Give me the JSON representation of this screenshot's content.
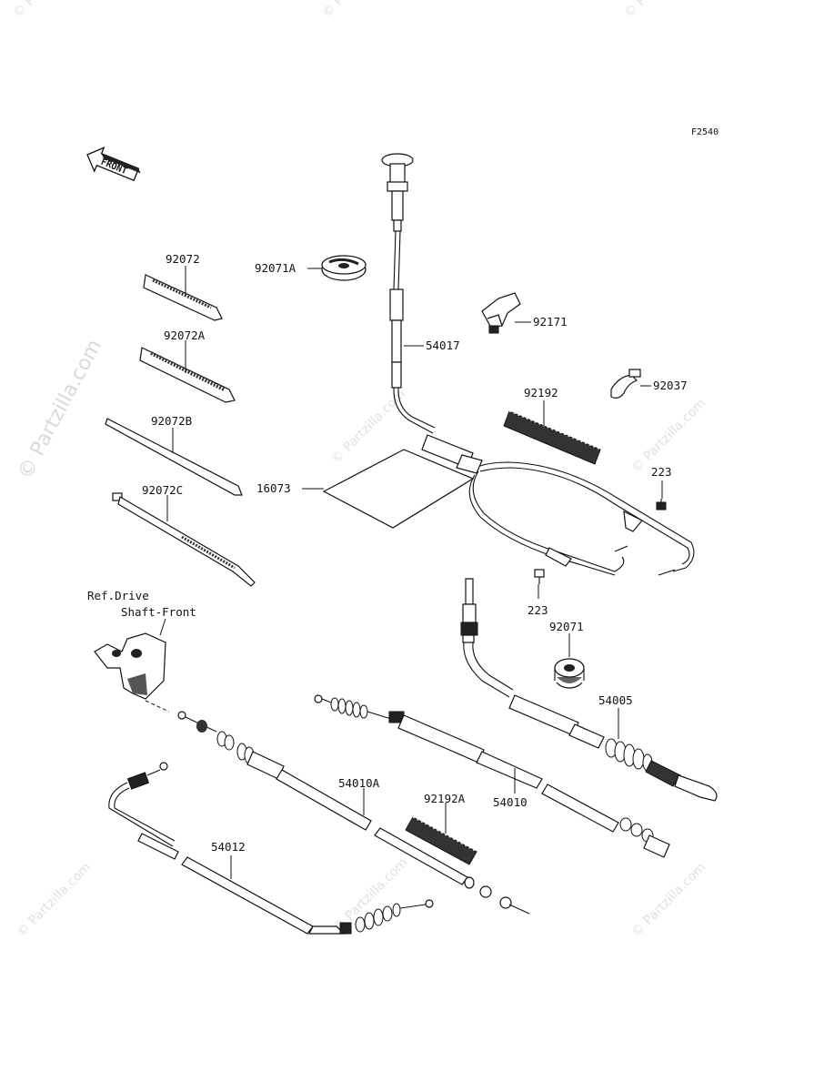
{
  "diagram": {
    "code": "F2540",
    "front_label": "FRONT",
    "watermark": "© Partzilla.com",
    "reference_note": [
      "Ref.Drive",
      "Shaft-Front"
    ]
  },
  "parts": [
    {
      "id": "p-92072",
      "label": "92072"
    },
    {
      "id": "p-92072a",
      "label": "92072A"
    },
    {
      "id": "p-92072b",
      "label": "92072B"
    },
    {
      "id": "p-92072c",
      "label": "92072C"
    },
    {
      "id": "p-92071a",
      "label": "92071A"
    },
    {
      "id": "p-54017",
      "label": "54017"
    },
    {
      "id": "p-92171",
      "label": "92171"
    },
    {
      "id": "p-92192",
      "label": "92192"
    },
    {
      "id": "p-92037",
      "label": "92037"
    },
    {
      "id": "p-16073",
      "label": "16073"
    },
    {
      "id": "p-223-upper",
      "label": "223"
    },
    {
      "id": "p-223-lower",
      "label": "223"
    },
    {
      "id": "p-92071",
      "label": "92071"
    },
    {
      "id": "p-54005",
      "label": "54005"
    },
    {
      "id": "p-54010a",
      "label": "54010A"
    },
    {
      "id": "p-92192a",
      "label": "92192A"
    },
    {
      "id": "p-54010",
      "label": "54010"
    },
    {
      "id": "p-54012",
      "label": "54012"
    }
  ]
}
